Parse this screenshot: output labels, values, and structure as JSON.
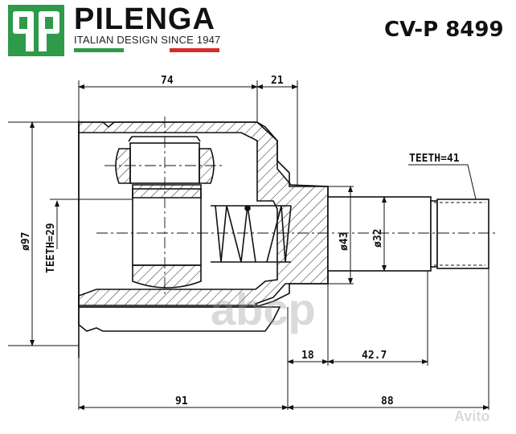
{
  "header": {
    "logo_letters": "qp",
    "brand_name": "PILENGA",
    "tagline": "ITALIAN DESIGN SINCE 1947",
    "part_number": "CV-P 8499",
    "brand_green": "#2e9a4a",
    "brand_red": "#d62c2c"
  },
  "drawing": {
    "title": "CV joint inner (tripod) cross-section",
    "dimensions": {
      "top_left_length": "74",
      "top_right_length": "21",
      "outer_diameter": "ø97",
      "inner_teeth": "TEETH=29",
      "shaft_teeth": "TEETH=41",
      "shaft_diameter_large": "ø43",
      "shaft_diameter_small": "ø32",
      "shoulder_length": "18",
      "shaft_length": "42.7",
      "body_length": "91",
      "stem_length": "88"
    }
  },
  "watermarks": {
    "center": "abcp",
    "corner": "Avito"
  }
}
